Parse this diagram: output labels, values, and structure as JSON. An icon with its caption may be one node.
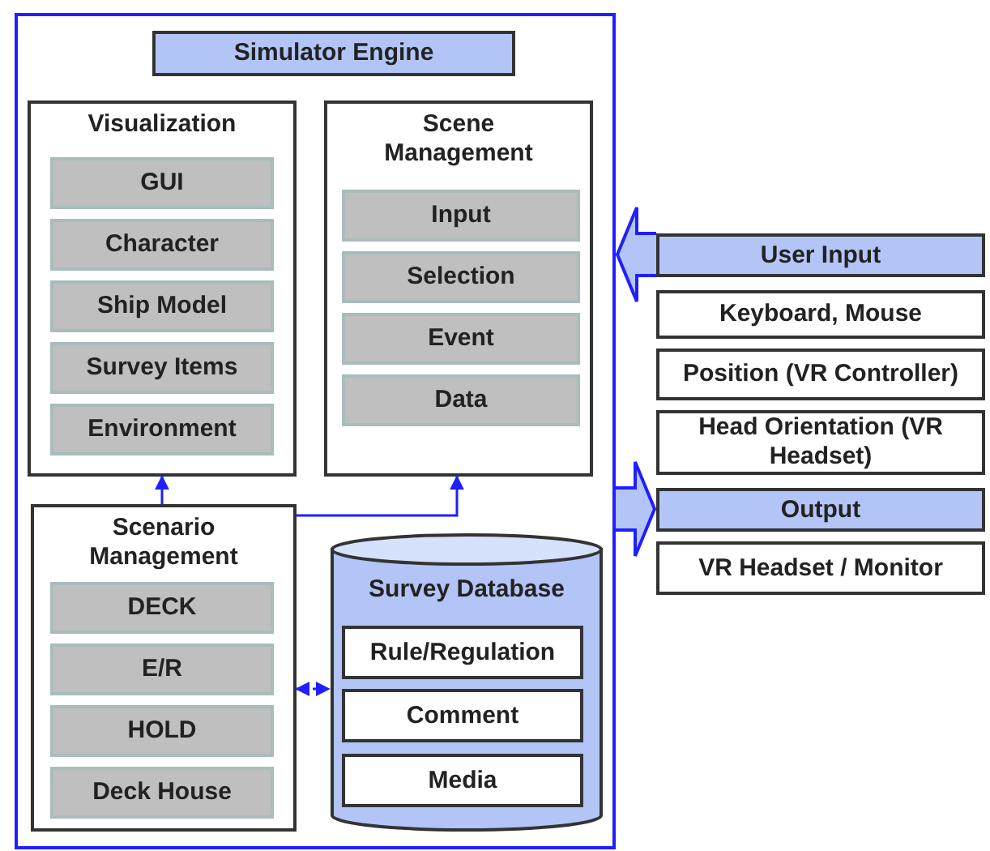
{
  "diagram": {
    "nodes": [
      {
        "text": [],
        "shape": "box"
      },
      {
        "text": [
          "Simulator Engine"
        ],
        "in": 0
      },
      {
        "text": [
          "Visualization"
        ],
        "in": 0
      },
      {
        "text": [
          "GUI"
        ],
        "in": 2
      },
      {
        "text": [
          "Character"
        ],
        "in": 2
      },
      {
        "text": [
          "Ship Model"
        ],
        "in": 2
      },
      {
        "text": [
          "Survey Items"
        ],
        "in": 2
      },
      {
        "text": [
          "Environment"
        ],
        "in": 2
      },
      {
        "text": [
          "Scene Management"
        ],
        "in": 0
      },
      {
        "text": [
          "Input"
        ],
        "in": 8
      },
      {
        "text": [
          "Selection"
        ],
        "in": 8
      },
      {
        "text": [
          "Event"
        ],
        "in": 8
      },
      {
        "text": [
          "Data"
        ],
        "in": 8
      },
      {
        "text": [
          "Scenario Management"
        ],
        "in": 0
      },
      {
        "text": [
          "DECK"
        ],
        "in": 13
      },
      {
        "text": [
          "E/R"
        ],
        "in": 13
      },
      {
        "text": [
          "HOLD"
        ],
        "in": 13
      },
      {
        "text": [
          "Deck House"
        ],
        "in": 13
      },
      {
        "text": [
          "Survey Database"
        ],
        "in": 0
      },
      {
        "text": [
          "Rule/Regulation"
        ],
        "in": 18
      },
      {
        "text": [
          "Comment"
        ],
        "in": 18
      },
      {
        "text": [
          "Media"
        ],
        "in": 18
      },
      {
        "text": [
          "User Input"
        ]
      },
      {
        "text": [
          "Keyboard, Mouse"
        ]
      },
      {
        "text": [
          "Position (VR Controller)"
        ]
      },
      {
        "text": [
          "Head Orientation (VR Headset)"
        ]
      },
      {
        "text": [
          "Output"
        ]
      },
      {
        "text": [
          "VR Headset / Monitor"
        ]
      }
    ],
    "edges": [
      {
        "from": 13,
        "to": 2,
        "arrow": "to"
      },
      {
        "from": 13,
        "to": 8,
        "arrow": "to"
      },
      {
        "from": 13,
        "to": 18,
        "arrow": "both",
        "style": "dashed"
      },
      {
        "from": 22,
        "to": 0,
        "arrow": "to",
        "style": "thick"
      },
      {
        "from": 0,
        "to": 26,
        "arrow": "to",
        "style": "thick"
      }
    ]
  }
}
